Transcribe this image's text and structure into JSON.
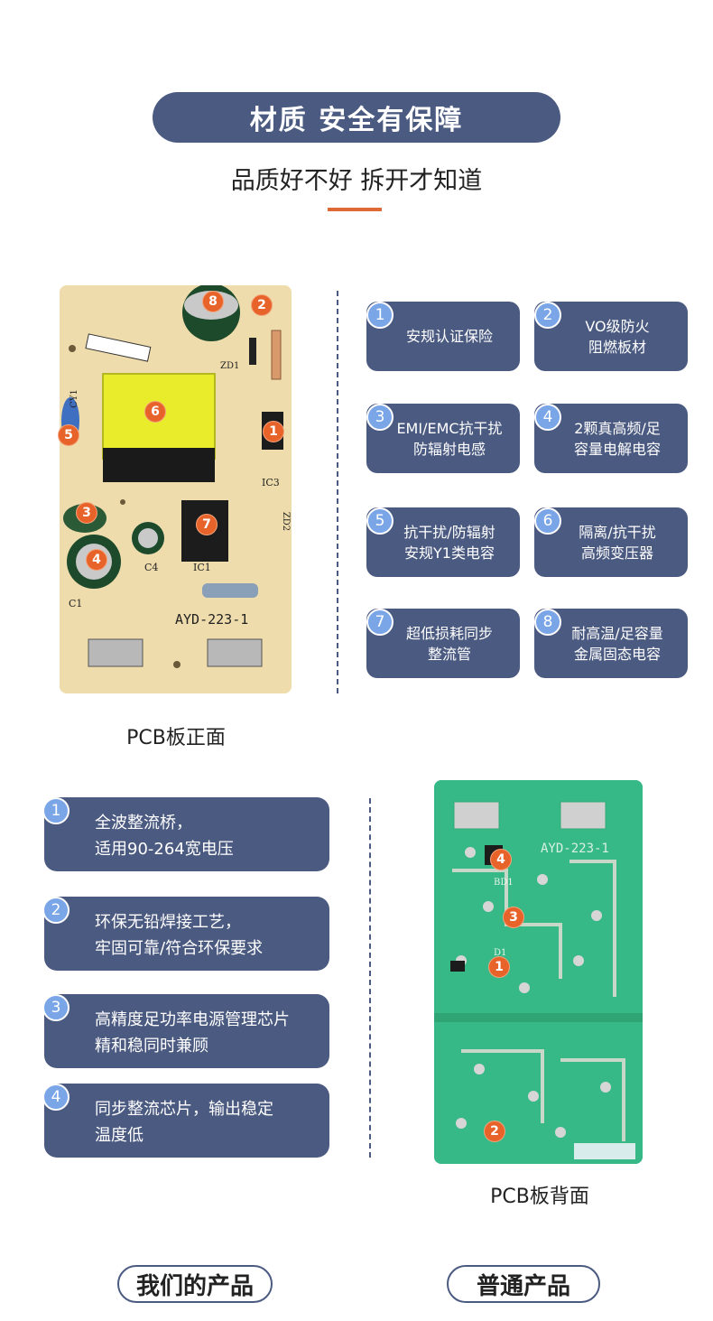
{
  "header": {
    "title": "材质 安全有保障",
    "subtitle": "品质好不好  拆开才知道"
  },
  "front": {
    "caption": "PCB板正面",
    "board_text": "AYD-223-1",
    "labels": [
      "IC3",
      "IC1",
      "ZD1",
      "ZD2",
      "CY1",
      "C1",
      "C4"
    ],
    "features": [
      {
        "num": "1",
        "text": "安规认证保险"
      },
      {
        "num": "2",
        "text": "VO级防火\n阻燃板材"
      },
      {
        "num": "3",
        "text": "EMI/EMC抗干扰\n防辐射电感"
      },
      {
        "num": "4",
        "text": "2颗真高频/足\n容量电解电容"
      },
      {
        "num": "5",
        "text": "抗干扰/防辐射\n安规Y1类电容"
      },
      {
        "num": "6",
        "text": "隔离/抗干扰\n高频变压器"
      },
      {
        "num": "7",
        "text": "超低损耗同步\n整流管"
      },
      {
        "num": "8",
        "text": "耐高温/足容量\n金属固态电容"
      }
    ],
    "markers": [
      "8",
      "2",
      "6",
      "1",
      "5",
      "3",
      "7",
      "4"
    ]
  },
  "back": {
    "caption": "PCB板背面",
    "board_text": "AYD-223-1",
    "labels": [
      "BD1",
      "D1"
    ],
    "features": [
      {
        "num": "1",
        "text": "全波整流桥，\n适用90-264宽电压"
      },
      {
        "num": "2",
        "text": "环保无铅焊接工艺，\n牢固可靠/符合环保要求"
      },
      {
        "num": "3",
        "text": "高精度足功率电源管理芯片\n精和稳同时兼顾"
      },
      {
        "num": "4",
        "text": "同步整流芯片，输出稳定\n温度低"
      }
    ],
    "markers": [
      "4",
      "3",
      "1",
      "2"
    ]
  },
  "footer": {
    "ours": "我们的产品",
    "others": "普通产品"
  },
  "colors": {
    "navy": "#4b5a80",
    "accent": "#e06a35",
    "bubble": "#7aa6e8",
    "board_front": "#efdcac",
    "board_back": "#37b887"
  }
}
